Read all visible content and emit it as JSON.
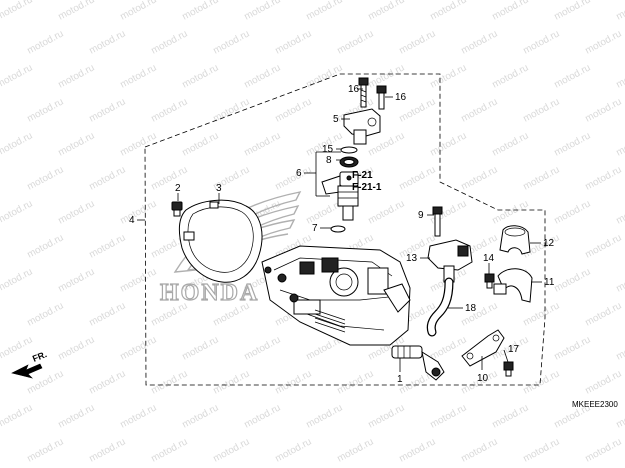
{
  "watermark": "motod.ru",
  "brand_emblem": "HONDA",
  "diagram_code": "MKEEE2300",
  "front_arrow_label": "FR.",
  "ref_labels": [
    "F-21",
    "F-21-1"
  ],
  "callouts": {
    "c1": "1",
    "c2": "2",
    "c3": "3",
    "c4": "4",
    "c5": "5",
    "c6": "6",
    "c7": "7",
    "c8": "8",
    "c9": "9",
    "c10": "10",
    "c11": "11",
    "c12": "12",
    "c13": "13",
    "c14": "14",
    "c15": "15",
    "c16a": "16",
    "c16b": "16",
    "c17": "17",
    "c18": "18"
  }
}
